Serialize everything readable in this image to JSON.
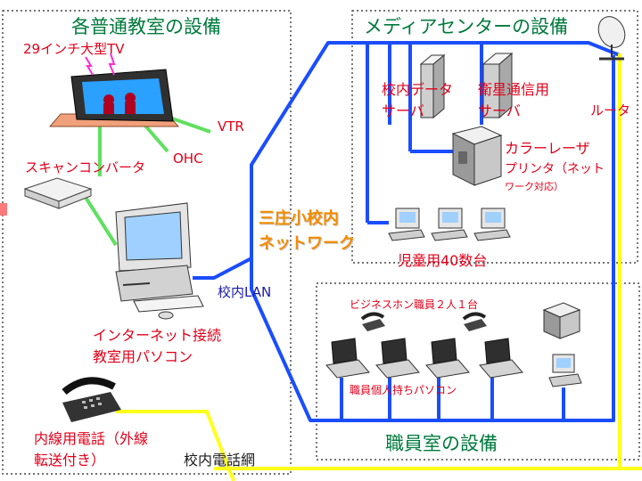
{
  "sections": {
    "classroom": "各普通教室の設備",
    "media_center": "メディアセンターの設備",
    "staff_room": "職員室の設備"
  },
  "labels": {
    "tv": "29インチ大型TV",
    "vtr": "VTR",
    "ohc": "OHC",
    "scan_converter": "スキャンコンバータ",
    "internet_pc_1": "インターネット接続",
    "internet_pc_2": "教室用パソコン",
    "school_lan": "校内LAN",
    "network_name_1": "三庄小校内",
    "network_name_2": "ネットワーク",
    "data_server_1": "校内データ",
    "data_server_2": "サーバ",
    "sat_server_1": "衛星通信用",
    "sat_server_2": "サーバ",
    "router": "ルータ",
    "printer_1": "カラーレーザ",
    "printer_2": "プリンタ（ネット",
    "printer_3": "ワーク対応）",
    "student_pcs": "児童用40数台",
    "business_phone": "ビジネスホン職員２人１台",
    "staff_pcs": "職員個人持ちパソコン",
    "extension_phone_1": "内線用電話（外線",
    "extension_phone_2": "転送付き）",
    "phone_network": "校内電話網"
  },
  "colors": {
    "lan": "#1a4dff",
    "phone": "#ffff1a",
    "av": "#5fe05f",
    "section_title": "#007a3d",
    "device_text": "#e0001a",
    "network_label": "#f28c00"
  }
}
